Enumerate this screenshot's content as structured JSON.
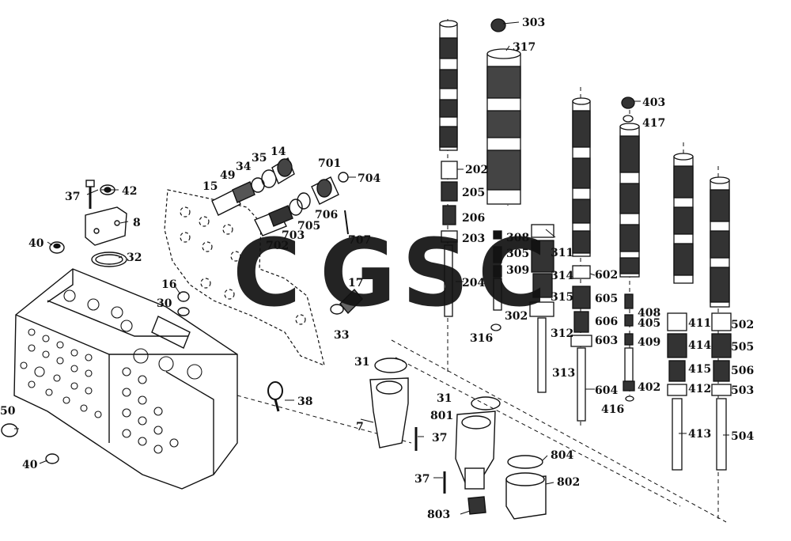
{
  "watermark": {
    "letters": [
      {
        "char": "C",
        "color": "#6fa3f0"
      },
      {
        "char": "G",
        "color": "#ef8a80"
      },
      {
        "char": "S",
        "color": "#f4d24a"
      },
      {
        "char": "C",
        "color": "#3ea86a"
      }
    ]
  },
  "callouts": {
    "c303": "303",
    "c317": "317",
    "c403": "403",
    "c417": "417",
    "c14": "14",
    "c35": "35",
    "c34": "34",
    "c49": "49",
    "c15": "15",
    "c701": "701",
    "c704": "704",
    "c706": "706",
    "c705": "705",
    "c703": "703",
    "c702": "702",
    "c707": "707",
    "c37a": "37",
    "c42": "42",
    "c8": "8",
    "c40a": "40",
    "c32": "32",
    "c16": "16",
    "c30": "30",
    "c17": "17",
    "c33": "33",
    "c202": "202",
    "c205": "205",
    "c206": "206",
    "c203": "203",
    "c204": "204",
    "c308": "308",
    "c305": "305",
    "c309": "309",
    "c311": "311",
    "c314": "314",
    "c315": "315",
    "c302": "302",
    "c316": "316",
    "c312": "312",
    "c313": "313",
    "c602": "602",
    "c605": "605",
    "c606": "606",
    "c603": "603",
    "c604": "604",
    "c408": "408",
    "c405": "405",
    "c409": "409",
    "c402": "402",
    "c416": "416",
    "c411": "411",
    "c414": "414",
    "c415": "415",
    "c412": "412",
    "c413": "413",
    "c502": "502",
    "c505": "505",
    "c506": "506",
    "c503": "503",
    "c504": "504",
    "c50": "50",
    "c40b": "40",
    "c38": "38",
    "c31a": "31",
    "c7": "7",
    "c37b": "37",
    "c31b": "31",
    "c801": "801",
    "c804": "804",
    "c802": "802",
    "c37c": "37",
    "c803": "803"
  }
}
